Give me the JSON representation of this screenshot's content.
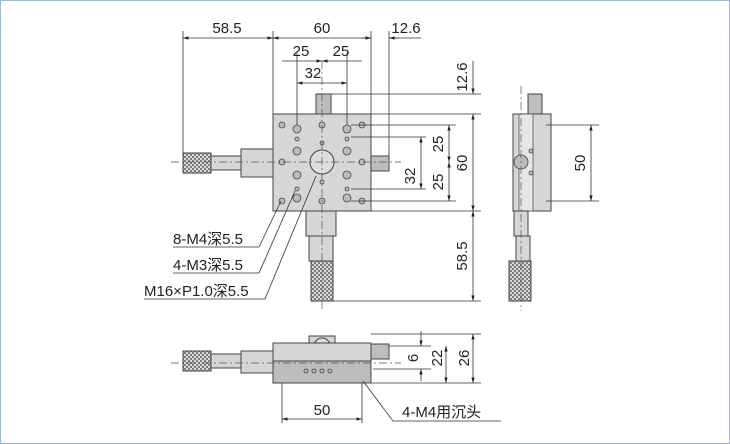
{
  "top_view": {
    "dim_left": "58.5",
    "dim_width": "60",
    "dim_knob": "12.6",
    "dim_hole_left": "25",
    "dim_hole_right": "25",
    "dim_hole_pitch": "32"
  },
  "right_dims": {
    "dim_top": "12.6",
    "dim_25_upper": "25",
    "dim_25_lower": "25",
    "dim_32": "32",
    "dim_60": "60",
    "dim_58_5": "58.5"
  },
  "side_view": {
    "dim_50": "50"
  },
  "callouts": {
    "m4_holes": "8-M4深5.5",
    "m3_holes": "4-M3深5.5",
    "micrometer_thread": "M16×P1.0深5.5"
  },
  "front_view": {
    "dim_6": "6",
    "dim_22": "22",
    "dim_26": "26",
    "dim_50": "50",
    "mount_holes": "4-M4用沉头"
  }
}
